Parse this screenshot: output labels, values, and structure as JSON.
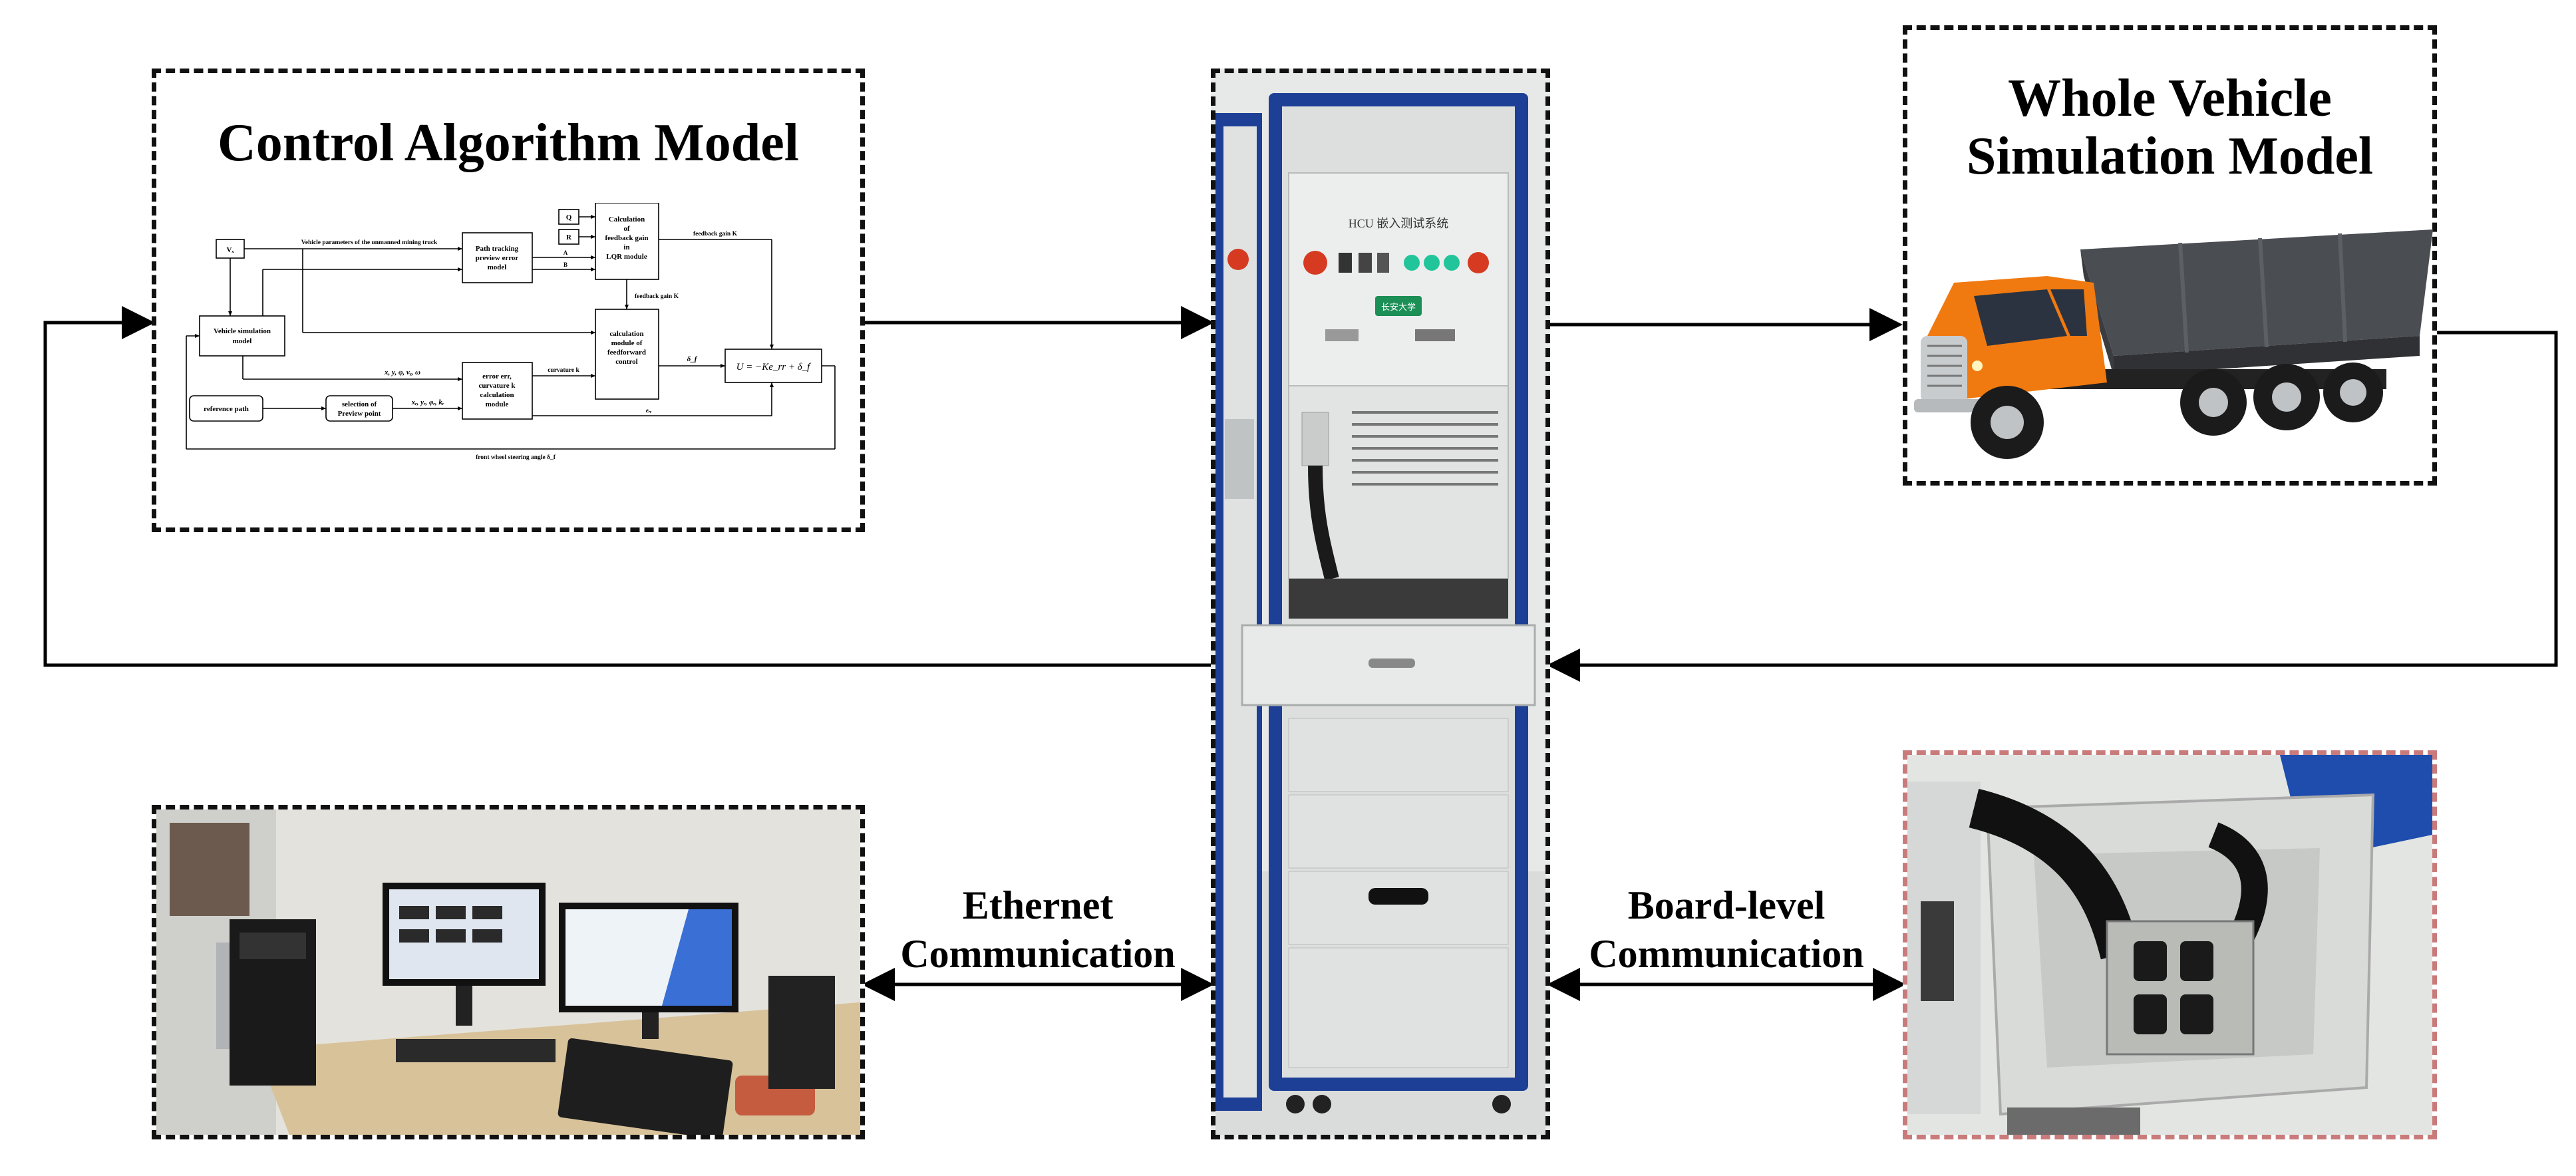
{
  "control_model": {
    "title": "Control Algorithm Model",
    "blocks": {
      "vx": "Vₓ",
      "vehicle_params": "Vehicle parameters of the unmanned mining truck",
      "path_tracking": [
        "Path tracking",
        "preview error",
        "model"
      ],
      "q": "Q",
      "r": "R",
      "a": "A",
      "b": "B",
      "lqr": [
        "Calculation",
        "of",
        "feedback gain",
        "in",
        "LQR module"
      ],
      "feedback_gain_k_top": "feedback gain K",
      "feedback_gain_k": "feedback gain K",
      "vehicle_sim": [
        "Vehicle simulation",
        "model"
      ],
      "state_vars": "x, y, φ, vᵧ, ω",
      "feedforward": [
        "calculation",
        "module of",
        "feedforward",
        "control"
      ],
      "delta_f": "δ_f",
      "control_law": "U = −Ke_rr + δ_f",
      "curvature_k": "curvature k",
      "error_module": [
        "error err,",
        "curvature k",
        "calculation",
        "module"
      ],
      "reference_path": "reference path",
      "preview_point": [
        "selection of",
        "Preview point"
      ],
      "preview_vars": "xᵣ, yᵣ, φᵣ, kᵣ",
      "err_label": "eᵣᵣ",
      "steering_angle": "front wheel steering angle δ_f"
    }
  },
  "whole_vehicle": {
    "title_line1": "Whole Vehicle",
    "title_line2": "Simulation Model"
  },
  "links": {
    "ethernet_line1": "Ethernet",
    "ethernet_line2": "Communication",
    "board_line1": "Board-level",
    "board_line2": "Communication"
  },
  "cabinet": {
    "panel_title": "HCU 嵌入测试系统",
    "logo_text": "长安大学"
  },
  "colors": {
    "cabinet_frame": "#1d3f96",
    "truck_cab": "#f07a10",
    "truck_bed": "#4a4d52",
    "dash_red": "#c97b7b"
  }
}
